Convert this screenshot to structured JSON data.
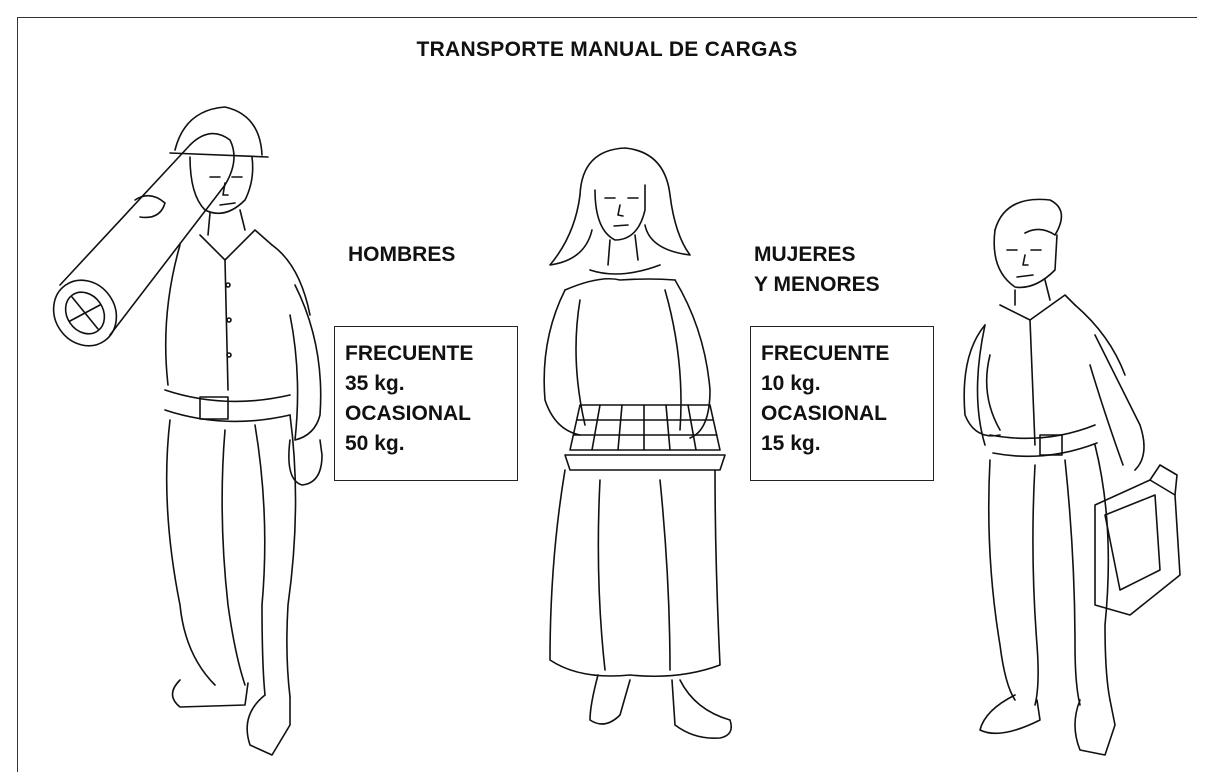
{
  "title": "TRANSPORTE MANUAL DE CARGAS",
  "groups": [
    {
      "heading_lines": [
        "HOMBRES"
      ],
      "frequent_label": "FRECUENTE",
      "frequent_value": "35 kg.",
      "occasional_label": "OCASIONAL",
      "occasional_value": "50 kg."
    },
    {
      "heading_lines": [
        "MUJERES",
        "Y MENORES"
      ],
      "frequent_label": "FRECUENTE",
      "frequent_value": "10 kg.",
      "occasional_label": "OCASIONAL",
      "occasional_value": "15 kg."
    }
  ],
  "figures": [
    {
      "name": "man-carrying-log",
      "icon": "worker-with-log-illustration"
    },
    {
      "name": "woman-carrying-tray",
      "icon": "woman-with-tray-illustration"
    },
    {
      "name": "youth-carrying-canister",
      "icon": "youth-with-canister-illustration"
    }
  ]
}
